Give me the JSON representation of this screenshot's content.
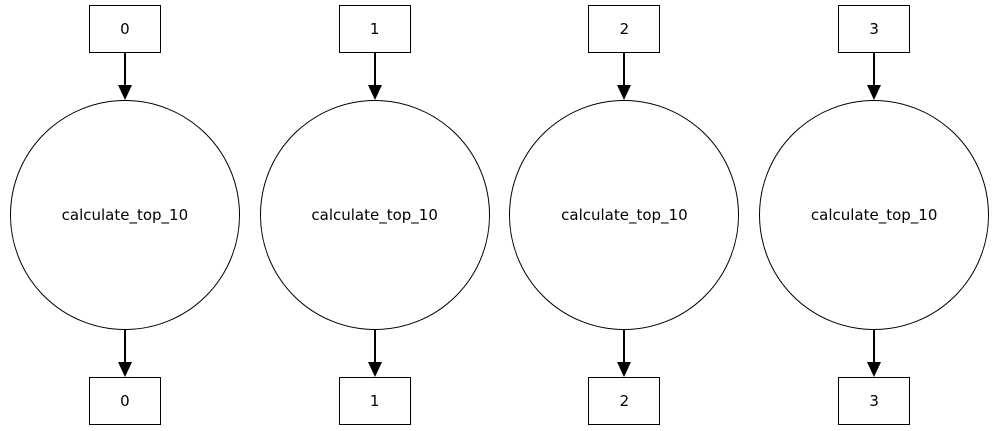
{
  "diagram": {
    "type": "task-graph",
    "process_label": "calculate_top_10",
    "columns": [
      {
        "input": "0",
        "process": "calculate_top_10",
        "output": "0"
      },
      {
        "input": "1",
        "process": "calculate_top_10",
        "output": "1"
      },
      {
        "input": "2",
        "process": "calculate_top_10",
        "output": "2"
      },
      {
        "input": "3",
        "process": "calculate_top_10",
        "output": "3"
      }
    ],
    "colors": {
      "stroke": "#000000",
      "text": "#000000",
      "background": "#ffffff"
    }
  }
}
